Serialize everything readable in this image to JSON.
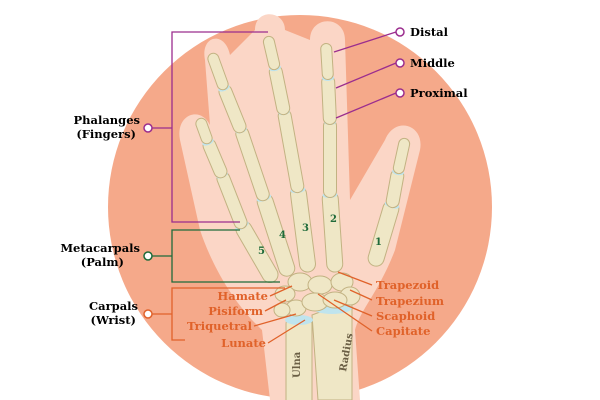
{
  "colors": {
    "circle": "#f5a98a",
    "skin": "#fbd6c6",
    "bone": "#efe7c6",
    "bone_outline": "#c2b282",
    "cartilage": "#bfe4ee",
    "phalanges": "#9b2d8e",
    "metacarpals": "#1f6b3a",
    "carpals": "#e0622a"
  },
  "groups": {
    "phalanges": {
      "line1": "Phalanges",
      "line2": "(Fingers)"
    },
    "metacarpals": {
      "line1": "Metacarpals",
      "line2": "(Palm)"
    },
    "carpals": {
      "line1": "Carpals",
      "line2": "(Wrist)"
    }
  },
  "phalanx_labels": [
    "Distal",
    "Middle",
    "Proximal"
  ],
  "metacarpal_numbers": [
    "1",
    "2",
    "3",
    "4",
    "5"
  ],
  "carpals_left": [
    "Hamate",
    "Pisiform",
    "Triquetral",
    "Lunate"
  ],
  "carpals_right": [
    "Trapezoid",
    "Trapezium",
    "Scaphoid",
    "Capitate"
  ],
  "forearm": {
    "ulna": "Ulna",
    "radius": "Radius"
  }
}
